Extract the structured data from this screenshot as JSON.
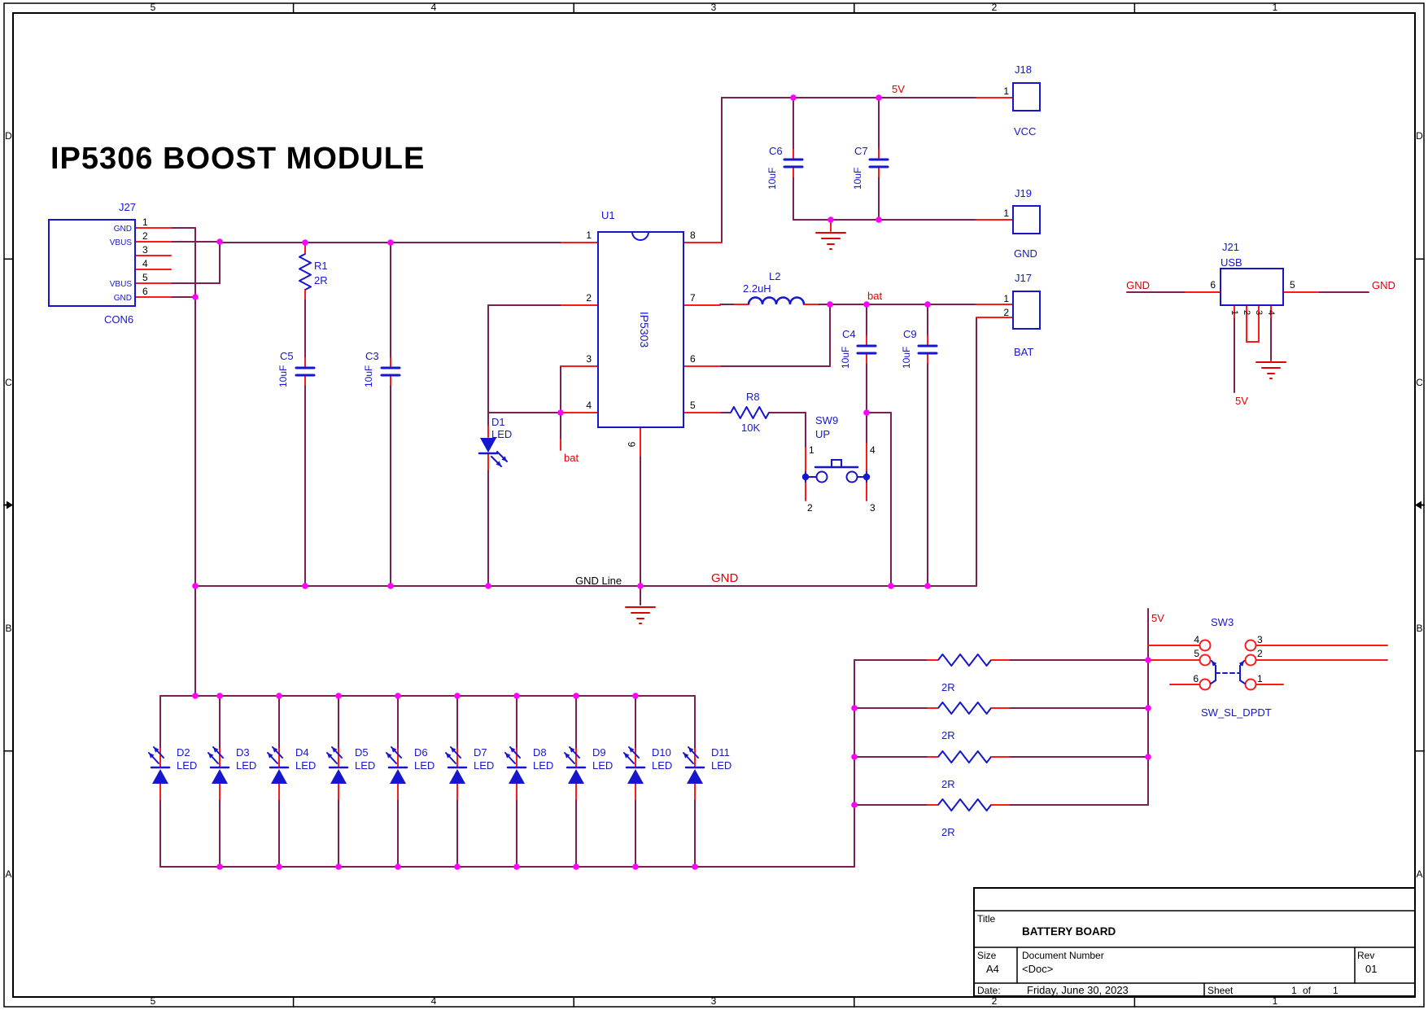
{
  "page_title": "IP5306 BOOST MODULE",
  "frame": {
    "columns": [
      "5",
      "4",
      "3",
      "2",
      "1"
    ],
    "rows": [
      "D",
      "C",
      "B",
      "A"
    ]
  },
  "title_block": {
    "title_label": "Title",
    "title": "BATTERY BOARD",
    "size_label": "Size",
    "size": "A4",
    "doc_label": "Document Number",
    "doc": "<Doc>",
    "rev_label": "Rev",
    "rev": "01",
    "date_label": "Date:",
    "date": "Friday, June 30, 2023",
    "sheet_label": "Sheet",
    "sheet": "1",
    "of_label": "of",
    "total": "1"
  },
  "nets": {
    "v5": "5V",
    "gnd": "GND",
    "bat": "bat",
    "gnd_line": "GND Line"
  },
  "components": {
    "J27": {
      "ref": "J27",
      "value": "CON6",
      "pin_numbers": [
        "1",
        "2",
        "3",
        "4",
        "5",
        "6"
      ],
      "pin_names": [
        "GND",
        "VBUS",
        "",
        "",
        "VBUS",
        "GND"
      ]
    },
    "U1": {
      "ref": "U1",
      "value": "IP5303",
      "pins_left": [
        "1",
        "2",
        "3",
        "4"
      ],
      "pins_right": [
        "8",
        "7",
        "6",
        "5"
      ],
      "pin_bottom": "9"
    },
    "R1": {
      "ref": "R1",
      "value": "2R"
    },
    "C5": {
      "ref": "C5",
      "value": "10uF"
    },
    "C3": {
      "ref": "C3",
      "value": "10uF"
    },
    "C6": {
      "ref": "C6",
      "value": "10uF"
    },
    "C7": {
      "ref": "C7",
      "value": "10uF"
    },
    "C4": {
      "ref": "C4",
      "value": "10uF"
    },
    "C9": {
      "ref": "C9",
      "value": "10uF"
    },
    "L2": {
      "ref": "L2",
      "value": "2.2uH"
    },
    "R8": {
      "ref": "R8",
      "value": "10K"
    },
    "SW9": {
      "ref": "SW9",
      "value": "UP",
      "pins": [
        "1",
        "2",
        "3",
        "4"
      ]
    },
    "D1": {
      "ref": "D1",
      "value": "LED"
    },
    "LED_ARRAY": {
      "refs": [
        "D2",
        "D3",
        "D4",
        "D5",
        "D6",
        "D7",
        "D8",
        "D9",
        "D10",
        "D11"
      ],
      "value": "LED"
    },
    "R_ARRAY": {
      "values": [
        "2R",
        "2R",
        "2R",
        "2R"
      ]
    },
    "SW3": {
      "ref": "SW3",
      "value": "SW_SL_DPDT",
      "pins_left": [
        "4",
        "5",
        "6"
      ],
      "pins_right": [
        "3",
        "2",
        "1"
      ]
    },
    "J18": {
      "ref": "J18",
      "value": "VCC",
      "pins": [
        "1"
      ]
    },
    "J19": {
      "ref": "J19",
      "value": "GND",
      "pins": [
        "1"
      ]
    },
    "J17": {
      "ref": "J17",
      "value": "BAT",
      "pins": [
        "1",
        "2"
      ]
    },
    "J21": {
      "ref": "J21",
      "value": "USB",
      "pin_left": "6",
      "pin_right": "5",
      "pins_bottom": [
        "1",
        "2",
        "3",
        "4"
      ]
    }
  },
  "colors": {
    "wire": "#7B2053",
    "stub": "#FF1A1A",
    "symbol": "#1616CE",
    "net_label": "#E00000",
    "junction": "#FF00FF",
    "text": "#000000"
  }
}
